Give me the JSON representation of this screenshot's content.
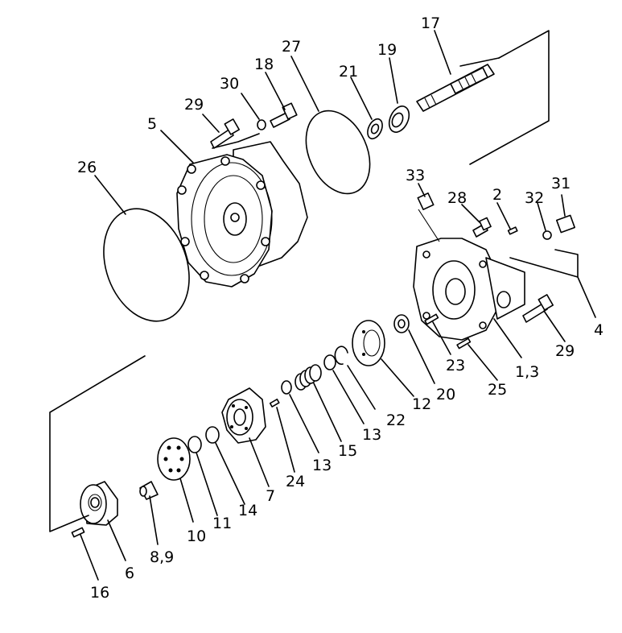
{
  "labels": {
    "l17": "17",
    "l19": "19",
    "l21": "21",
    "l27": "27",
    "l18": "18",
    "l30": "30",
    "l29a": "29",
    "l5": "5",
    "l26": "26",
    "l33": "33",
    "l28": "28",
    "l2": "2",
    "l32": "32",
    "l31": "31",
    "l4": "4",
    "l29b": "29",
    "l13a": "1,3",
    "l25": "25",
    "l23": "23",
    "l20": "20",
    "l12": "12",
    "l22": "22",
    "l13b": "13",
    "l15": "15",
    "l13c": "13",
    "l24": "24",
    "l7": "7",
    "l14": "14",
    "l11": "11",
    "l10": "10",
    "l89": "8,9",
    "l6": "6",
    "l16": "16"
  }
}
